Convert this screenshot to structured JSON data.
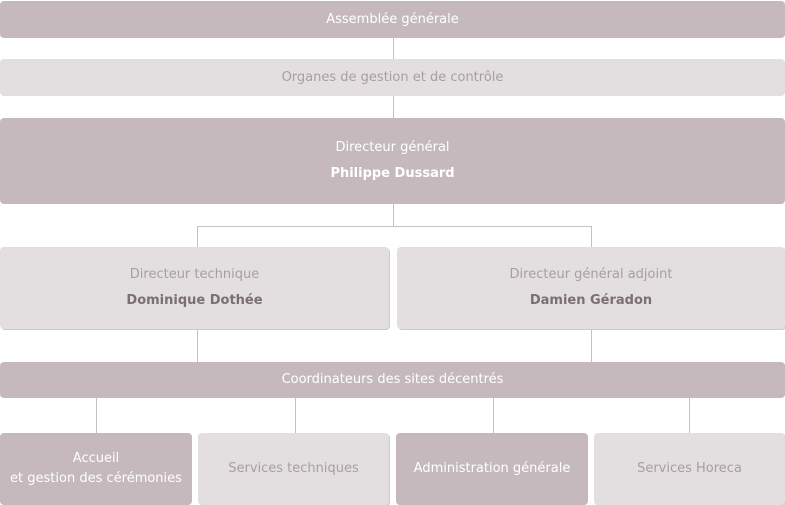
{
  "assembly": {
    "label": "Assemblée générale"
  },
  "organs": {
    "label": "Organes de gestion et de contrôle"
  },
  "director_general": {
    "title": "Directeur général",
    "name": "Philippe Dussard"
  },
  "technical_director": {
    "title": "Directeur technique",
    "name": "Dominique Dothée"
  },
  "deputy_director": {
    "title": "Directeur général adjoint",
    "name": "Damien Géradon"
  },
  "coordinators": {
    "label": "Coordinateurs des sites décentrés"
  },
  "departments": [
    {
      "line1": "Accueil",
      "line2": "et gestion des cérémonies"
    },
    {
      "label": "Services techniques"
    },
    {
      "label": "Administration générale"
    },
    {
      "label": "Services Horeca"
    }
  ],
  "colors": {
    "dark": "#c5b9be",
    "light": "#e3dfe0",
    "connector": "#c8bfc3"
  }
}
